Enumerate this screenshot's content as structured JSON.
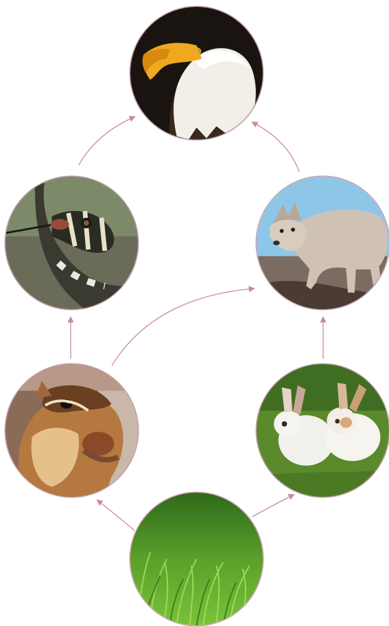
{
  "diagram": {
    "type": "food-web",
    "nodes": [
      {
        "id": "eagle",
        "depicts": "eagle"
      },
      {
        "id": "snake",
        "depicts": "snake"
      },
      {
        "id": "fox",
        "depicts": "fox"
      },
      {
        "id": "chipmunk",
        "depicts": "chipmunk"
      },
      {
        "id": "rabbit",
        "depicts": "rabbit"
      },
      {
        "id": "grass",
        "depicts": "grass"
      }
    ],
    "edges": [
      {
        "from": "grass",
        "to": "chipmunk"
      },
      {
        "from": "grass",
        "to": "rabbit"
      },
      {
        "from": "chipmunk",
        "to": "snake"
      },
      {
        "from": "chipmunk",
        "to": "fox"
      },
      {
        "from": "rabbit",
        "to": "fox"
      },
      {
        "from": "snake",
        "to": "eagle"
      },
      {
        "from": "fox",
        "to": "eagle"
      }
    ],
    "colors": {
      "arrow": "#c98a9e",
      "ring": "#c9a0ae"
    }
  }
}
